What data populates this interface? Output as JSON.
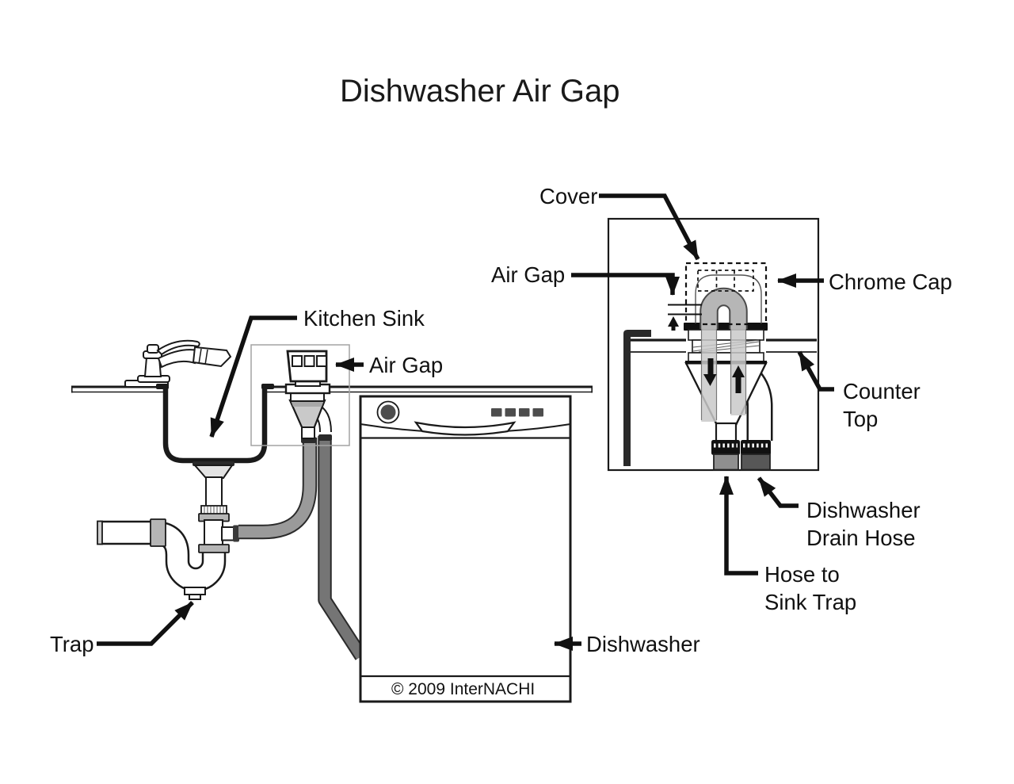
{
  "title": "Dishwasher Air Gap",
  "copyright": "© 2009 InterNACHI",
  "labels": {
    "kitchen_sink": "Kitchen Sink",
    "air_gap_left": "Air Gap",
    "trap": "Trap",
    "dishwasher": "Dishwasher",
    "cover": "Cover",
    "air_gap_detail": "Air Gap",
    "chrome_cap": "Chrome Cap",
    "counter_top": {
      "line1": "Counter",
      "line2": "Top"
    },
    "dishwasher_drain_hose": {
      "line1": "Dishwasher",
      "line2": "Drain Hose"
    },
    "hose_to_sink_trap": {
      "line1": "Hose to",
      "line2": "Sink Trap"
    }
  },
  "colors": {
    "background": "#ffffff",
    "ink": "#111111",
    "hose_to_trap_gray": "#9a9a9a",
    "hose_to_dishwasher_gray": "#757575",
    "detail_hose_left": "#8f8f8f",
    "detail_hose_right": "#575757",
    "slip_nut_gray": "#b5b5b5",
    "water_path_gray": "#c9c9c9",
    "control_gray": "#4d4d4d"
  }
}
